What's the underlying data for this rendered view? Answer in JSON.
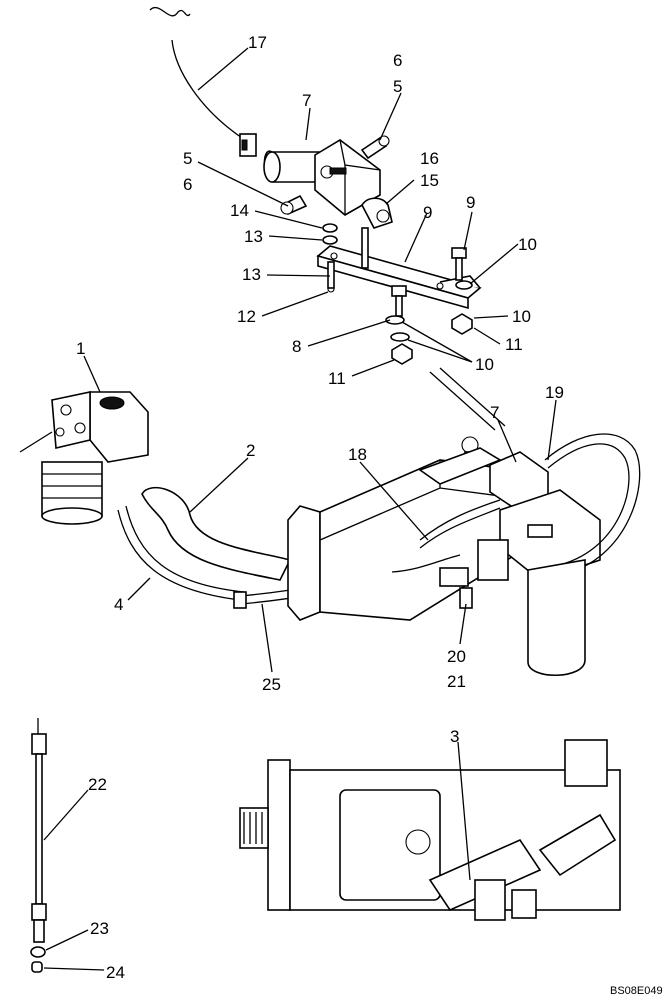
{
  "diagram": {
    "callouts": [
      {
        "id": "c17",
        "text": "17"
      },
      {
        "id": "c6a",
        "text": "6"
      },
      {
        "id": "c5a",
        "text": "5"
      },
      {
        "id": "c7a",
        "text": "7"
      },
      {
        "id": "c5b",
        "text": "5"
      },
      {
        "id": "c6b",
        "text": "6"
      },
      {
        "id": "c16",
        "text": "16"
      },
      {
        "id": "c15",
        "text": "15"
      },
      {
        "id": "c14",
        "text": "14"
      },
      {
        "id": "c13a",
        "text": "13"
      },
      {
        "id": "c9a",
        "text": "9"
      },
      {
        "id": "c9b",
        "text": "9"
      },
      {
        "id": "c10a",
        "text": "10"
      },
      {
        "id": "c13b",
        "text": "13"
      },
      {
        "id": "c12",
        "text": "12"
      },
      {
        "id": "c10b",
        "text": "10"
      },
      {
        "id": "c11a",
        "text": "11"
      },
      {
        "id": "c8",
        "text": "8"
      },
      {
        "id": "c10c",
        "text": "10"
      },
      {
        "id": "c11b",
        "text": "11"
      },
      {
        "id": "c1",
        "text": "1"
      },
      {
        "id": "c2",
        "text": "2"
      },
      {
        "id": "c19",
        "text": "19"
      },
      {
        "id": "c7b",
        "text": "7"
      },
      {
        "id": "c18",
        "text": "18"
      },
      {
        "id": "c4",
        "text": "4"
      },
      {
        "id": "c20",
        "text": "20"
      },
      {
        "id": "c21",
        "text": "21"
      },
      {
        "id": "c25",
        "text": "25"
      },
      {
        "id": "c3",
        "text": "3"
      },
      {
        "id": "c22",
        "text": "22"
      },
      {
        "id": "c23",
        "text": "23"
      },
      {
        "id": "c24",
        "text": "24"
      }
    ],
    "reference_code": "BS08E049"
  }
}
